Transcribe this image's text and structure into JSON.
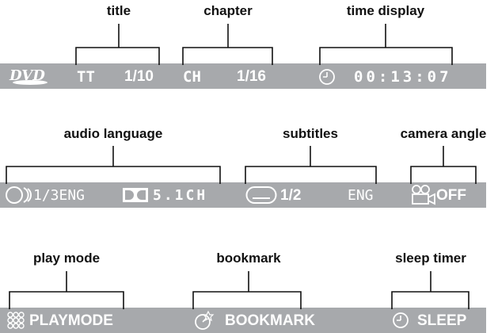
{
  "colors": {
    "bar": "#a7a9ac",
    "bar_text": "#ffffff",
    "label_text": "#111111",
    "bracket": "#111111"
  },
  "row1": {
    "labels": {
      "title": "title",
      "chapter": "chapter",
      "time_display": "time display"
    },
    "bar": {
      "logo": "DVD",
      "tt": "TT",
      "title_value": "1/10",
      "ch": "CH",
      "chapter_value": "1/16",
      "time": "00:13:07"
    }
  },
  "row2": {
    "labels": {
      "audio_language": "audio language",
      "subtitles": "subtitles",
      "camera_angle": "camera angle"
    },
    "bar": {
      "audio_value": "1/3ENG",
      "dolby_value": "5.1CH",
      "subtitle_value": "1/2",
      "subtitle_lang": "ENG",
      "angle_value": "OFF"
    }
  },
  "row3": {
    "labels": {
      "play_mode": "play mode",
      "bookmark": "bookmark",
      "sleep_timer": "sleep timer"
    },
    "bar": {
      "playmode": "PLAYMODE",
      "bookmark": "BOOKMARK",
      "sleep": "SLEEP"
    }
  },
  "icons": [
    "dvd-logo",
    "clock-icon",
    "audio-icon",
    "dolby-icon",
    "subtitle-icon",
    "camera-icon",
    "playmode-icon",
    "bookmark-icon",
    "sleep-clock-icon"
  ]
}
